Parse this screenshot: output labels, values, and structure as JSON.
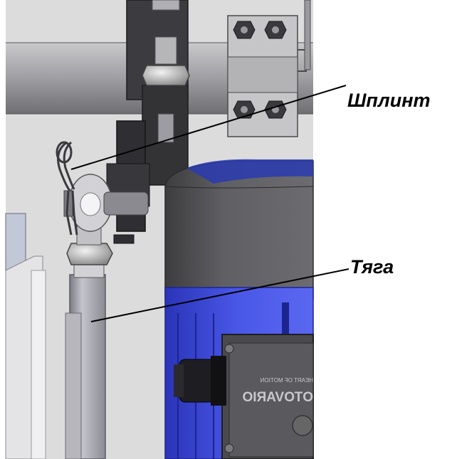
{
  "callouts": {
    "shplint": "Шплинт",
    "tyaga": "Тяга"
  },
  "nameplate": {
    "brand": "OTOVARIO",
    "tagline": "HEART OF MOTION"
  },
  "colors": {
    "motor_blue": "#4a58e8",
    "motor_housing": "#5a5a5c",
    "steel": "#8e8e92",
    "bracket_dark": "#2f2f33",
    "background_grey": "#dcdcdc"
  }
}
